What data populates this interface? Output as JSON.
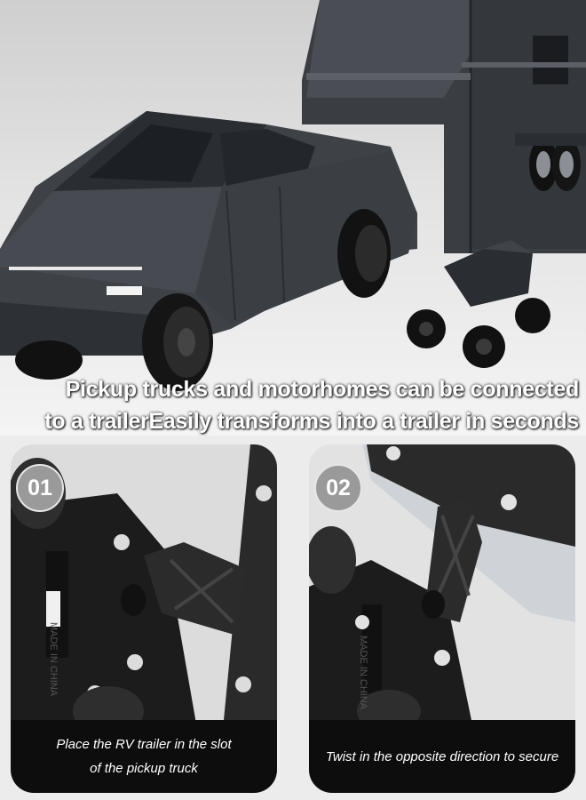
{
  "headline": {
    "line1": "Pickup trucks and motorhomes can be connected",
    "line2": "to a trailerEasily transforms into a trailer in seconds"
  },
  "steps": [
    {
      "badge": "01",
      "caption_line1": "Place the RV trailer in the slot",
      "caption_line2": "of the pickup truck",
      "stamp": "MADE IN CHINA"
    },
    {
      "badge": "02",
      "caption_line1": "Twist in the opposite direction to secure",
      "caption_line2": "",
      "stamp": "MADE IN CHINA"
    }
  ],
  "colors": {
    "truck_body": "#3e4247",
    "trailer_body": "#3a3d42",
    "chassis": "#1c1c1c",
    "caption_bg": "#0d0d0d",
    "badge_bg": "#9a9a9a"
  }
}
